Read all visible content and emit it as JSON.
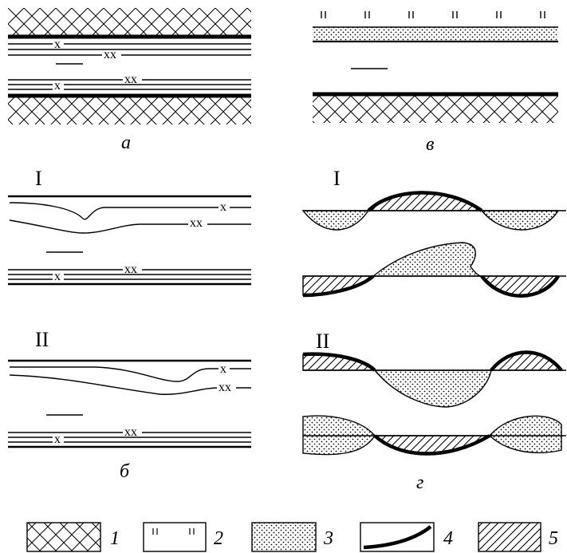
{
  "panels": {
    "a": {
      "caption": "а",
      "labels": [
        "х",
        "хх",
        "хх",
        "х"
      ]
    },
    "v": {
      "caption": "в"
    },
    "b": {
      "caption": "б",
      "section_I": {
        "roman": "I",
        "labels": [
          "х",
          "хх",
          "хх",
          "х"
        ]
      },
      "section_II": {
        "roman": "II",
        "labels": [
          "х",
          "хх",
          "хх",
          "х"
        ]
      }
    },
    "g": {
      "caption": "г",
      "section_I": {
        "roman": "I"
      },
      "section_II": {
        "roman": "II"
      }
    }
  },
  "legend": [
    {
      "num": "1",
      "pattern": "crosshatch-icon"
    },
    {
      "num": "2",
      "pattern": "vertical-ticks-icon"
    },
    {
      "num": "3",
      "pattern": "dots-icon"
    },
    {
      "num": "4",
      "pattern": "thick-curve-icon"
    },
    {
      "num": "5",
      "pattern": "diagonal-hatch-icon"
    }
  ]
}
